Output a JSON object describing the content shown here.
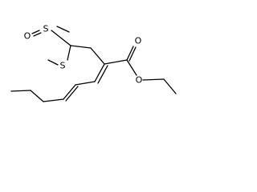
{
  "structure": {
    "atoms": {
      "sulfinyl_sulfur": "S",
      "sulfinyl_oxygen": "O",
      "thio_sulfur": "S",
      "carbonyl_oxygen": "O",
      "ester_oxygen": "O"
    }
  }
}
